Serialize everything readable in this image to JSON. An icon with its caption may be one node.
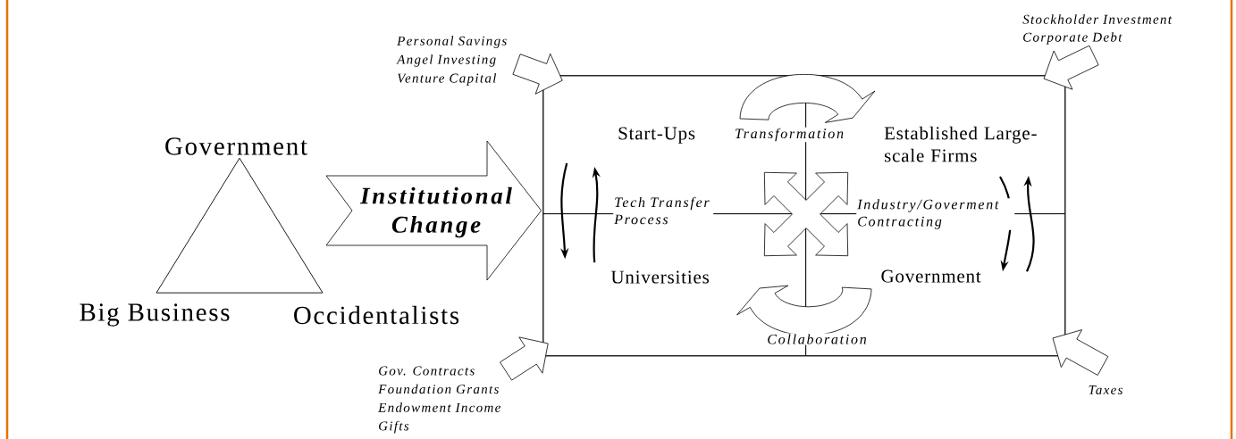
{
  "diagram": {
    "nodes": [
      {
        "text": [
          "Government",
          "Big Business",
          "Occidentalists"
        ]
      },
      {
        "text": [],
        "shape": "box"
      },
      {
        "text": [
          "Start-Ups"
        ],
        "in": 1
      },
      {
        "text": [
          "Established Large-scale Firms"
        ],
        "in": 1
      },
      {
        "text": [
          "Universities"
        ],
        "in": 1
      },
      {
        "text": [
          "Government"
        ],
        "in": 1
      },
      {
        "text": [
          "Personal Savings",
          "Angel Investing",
          "Venture Capital"
        ]
      },
      {
        "text": [
          "Stockholder Investment",
          "Corporate Debt"
        ]
      },
      {
        "text": [
          "Gov. Contracts",
          "Foundation Grants",
          "Endowment Income",
          "Gifts"
        ]
      },
      {
        "text": [
          "Taxes"
        ]
      }
    ],
    "edges": [
      {
        "from": 6,
        "to": 2,
        "arrow": "to",
        "style": "thick"
      },
      {
        "from": 7,
        "to": 3,
        "arrow": "to",
        "style": "thick"
      },
      {
        "from": 8,
        "to": 4,
        "arrow": "to",
        "style": "thick"
      },
      {
        "from": 9,
        "to": 5,
        "arrow": "to",
        "style": "thick"
      },
      {
        "from": 2,
        "to": 3,
        "arrow": "to",
        "label": "Transformation",
        "style": "thick"
      },
      {
        "from": 5,
        "to": 4,
        "arrow": "to",
        "label": "Collaboration",
        "style": "thick"
      },
      {
        "from": 2,
        "to": 4,
        "arrow": "to"
      },
      {
        "from": 4,
        "to": 2,
        "arrow": "to",
        "label": "Tech Transfer Process"
      },
      {
        "from": 3,
        "to": 5,
        "arrow": "to",
        "label": "Industry/Goverment Contracting"
      },
      {
        "from": 5,
        "to": 3,
        "arrow": "to"
      },
      {
        "from": 0,
        "to": 1,
        "arrow": "to",
        "label": "Institutional Change",
        "style": "thick"
      }
    ]
  }
}
